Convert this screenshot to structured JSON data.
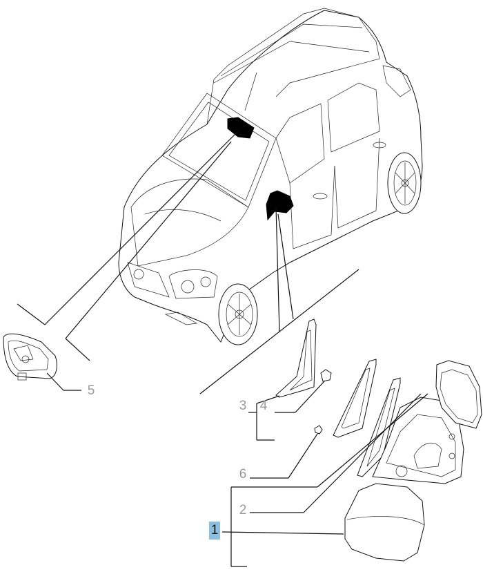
{
  "callouts": [
    {
      "id": "1",
      "label": "1",
      "highlighted": true
    },
    {
      "id": "2",
      "label": "2",
      "highlighted": false
    },
    {
      "id": "3",
      "label": "3",
      "highlighted": false
    },
    {
      "id": "4",
      "label": "4",
      "highlighted": false
    },
    {
      "id": "5",
      "label": "5",
      "highlighted": false
    },
    {
      "id": "6",
      "label": "6",
      "highlighted": false
    }
  ],
  "colors": {
    "line": "#111111",
    "callout_text": "#9a9a9a",
    "highlight": "#8bbfe0"
  }
}
